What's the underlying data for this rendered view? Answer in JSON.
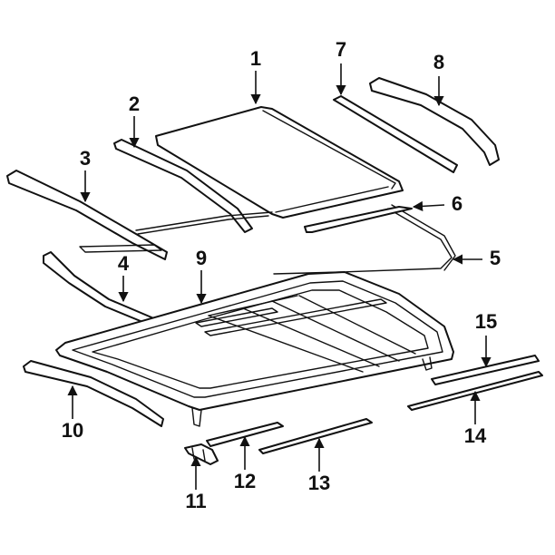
{
  "callouts": [
    {
      "id": "1",
      "label": "1"
    },
    {
      "id": "2",
      "label": "2"
    },
    {
      "id": "3",
      "label": "3"
    },
    {
      "id": "4",
      "label": "4"
    },
    {
      "id": "5",
      "label": "5"
    },
    {
      "id": "6",
      "label": "6"
    },
    {
      "id": "7",
      "label": "7"
    },
    {
      "id": "8",
      "label": "8"
    },
    {
      "id": "9",
      "label": "9"
    },
    {
      "id": "10",
      "label": "10"
    },
    {
      "id": "11",
      "label": "11"
    },
    {
      "id": "12",
      "label": "12"
    },
    {
      "id": "13",
      "label": "13"
    },
    {
      "id": "14",
      "label": "14"
    },
    {
      "id": "15",
      "label": "15"
    }
  ],
  "colors": {
    "ink": "#111111",
    "background": "#ffffff"
  }
}
